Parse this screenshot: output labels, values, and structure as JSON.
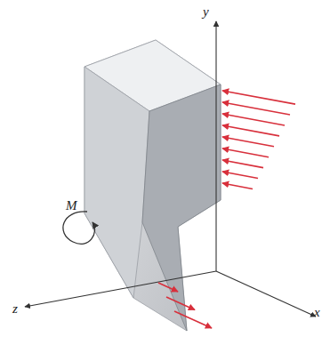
{
  "diagram": {
    "labels": [
      "y",
      "M",
      "z",
      "x"
    ]
  }
}
